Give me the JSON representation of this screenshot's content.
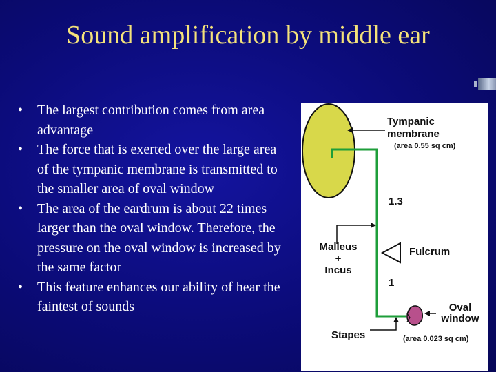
{
  "slide": {
    "title": "Sound amplification by middle ear",
    "bullets": [
      "The largest contribution comes from area advantage",
      "The force that is exerted over the large area of the tympanic membrane is transmitted to the smaller area of oval window",
      "The area of the eardrum is about 22 times larger than the oval window. Therefore, the pressure on the oval window is increased by the same factor",
      "This feature enhances our ability of hear the faintest of sounds"
    ],
    "bullet_glyph": "•"
  },
  "diagram": {
    "tympanic_line1": "Tympanic",
    "tympanic_line2": "membrane",
    "tympanic_area": "(area 0.55 sq cm)",
    "ratio_top": "1.3",
    "malleus_line1": "Malleus",
    "malleus_line2": "+",
    "malleus_line3": "Incus",
    "fulcrum": "Fulcrum",
    "ratio_bottom": "1",
    "oval_line1": "Oval",
    "oval_line2": "window",
    "stapes": "Stapes",
    "oval_area": "(area 0.023 sq cm)"
  },
  "colors": {
    "background": "#0c0c6e",
    "title": "#f5e37a",
    "text": "#ffffff",
    "tympanic_fill": "#d8d84a",
    "lever": "#1e9e3a",
    "oval_window": "#b8508c"
  }
}
